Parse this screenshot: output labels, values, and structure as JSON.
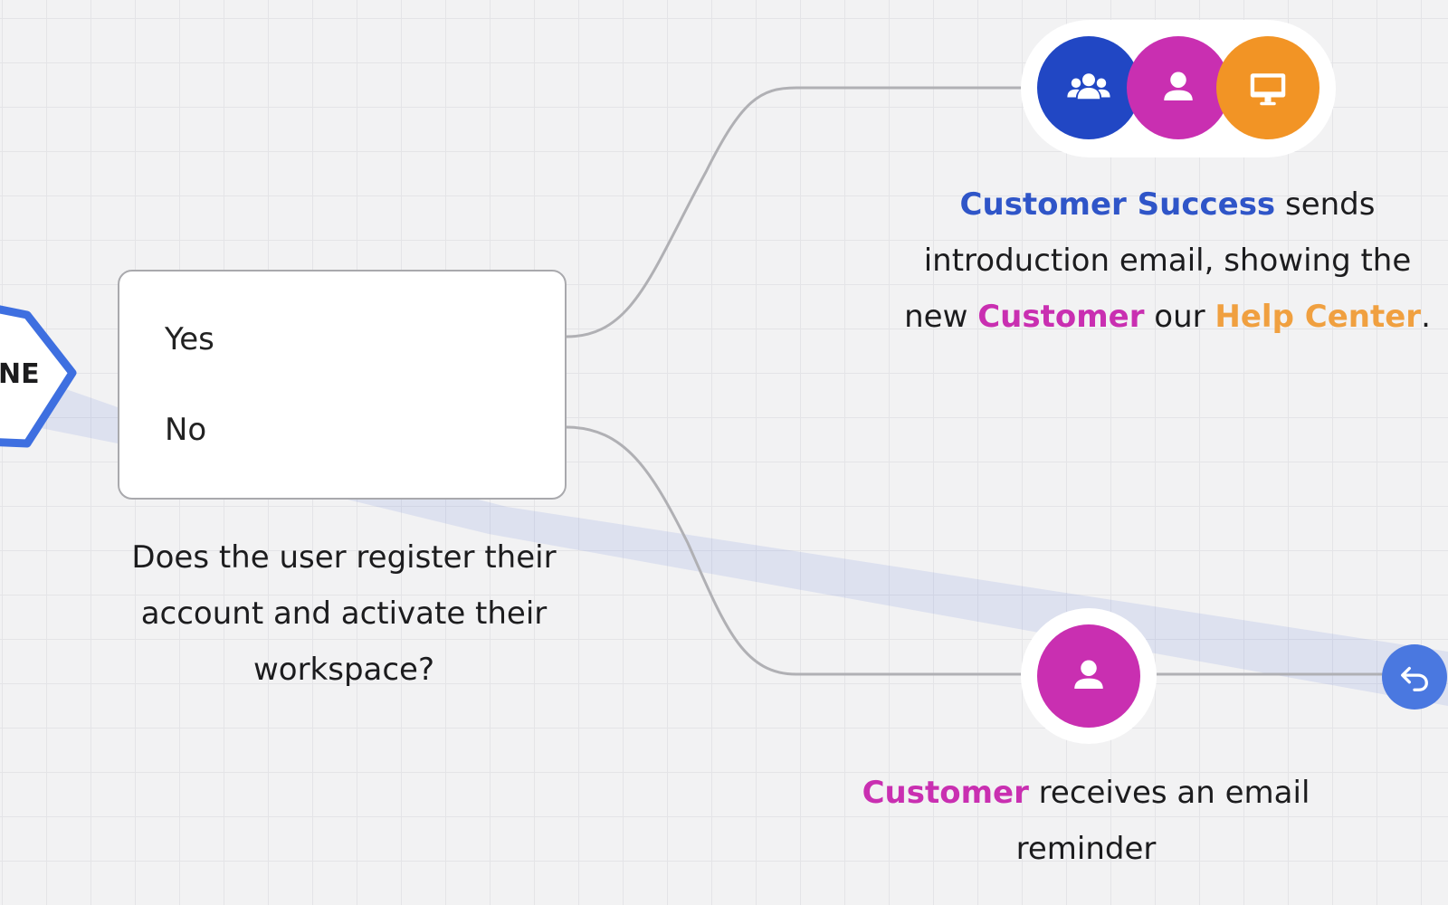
{
  "colors": {
    "blue": "#2147c4",
    "magenta": "#c92fb1",
    "orange": "#f29425",
    "link_blue": "#2f5fd6",
    "highlight_blue": "#4a6fd9"
  },
  "start_node": {
    "label": "NE"
  },
  "decision": {
    "options": [
      "Yes",
      "No"
    ],
    "question": "Does the user register their account and activate their workspace?"
  },
  "yes_branch": {
    "avatars": [
      {
        "icon": "team-icon",
        "color": "#2147c4"
      },
      {
        "icon": "person-icon",
        "color": "#c92fb1"
      },
      {
        "icon": "monitor-icon",
        "color": "#f29425"
      }
    ],
    "caption": {
      "part1_highlight": "Customer Success",
      "part2": " sends introduction email, showing the new ",
      "part3_highlight": "Customer",
      "part4": " our ",
      "part5_highlight": "Help Center",
      "part6": "."
    }
  },
  "no_branch": {
    "avatar": {
      "icon": "person-icon",
      "color": "#c92fb1"
    },
    "caption": {
      "part1_highlight": "Customer",
      "part2": " receives an email reminder"
    }
  },
  "back_button": {
    "icon": "undo-arrow-icon",
    "color": "#4a78e0"
  }
}
